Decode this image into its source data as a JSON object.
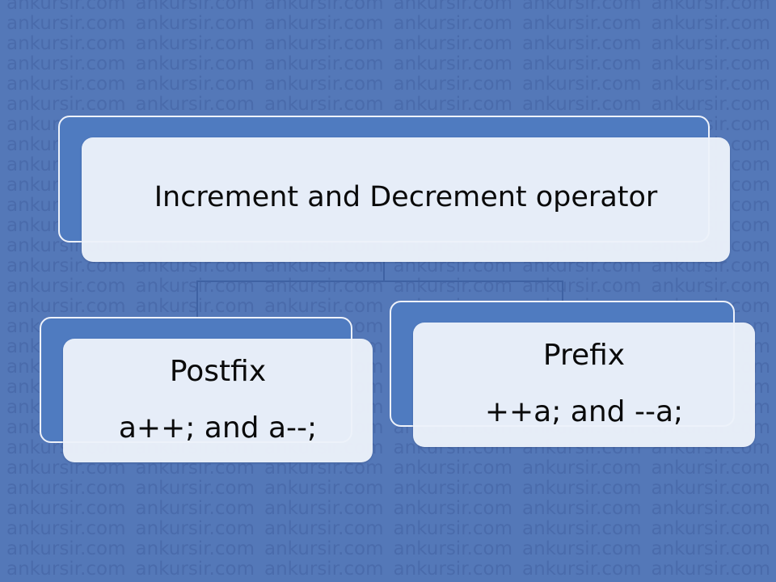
{
  "background": {
    "color": "#5478b8",
    "watermark_text": "ankursir.com",
    "watermark_color": "#4a6bab"
  },
  "root_node": {
    "label": "Increment and Decrement operator"
  },
  "children": [
    {
      "title": "Postfix",
      "example": "a++; and a--;"
    },
    {
      "title": "Prefix",
      "example": "++a; and --a;"
    }
  ],
  "colors": {
    "back_box": "#4f7bc0",
    "front_box": "#ecf1fa",
    "text": "#0a0a0a",
    "connector": "#3f62a3"
  }
}
